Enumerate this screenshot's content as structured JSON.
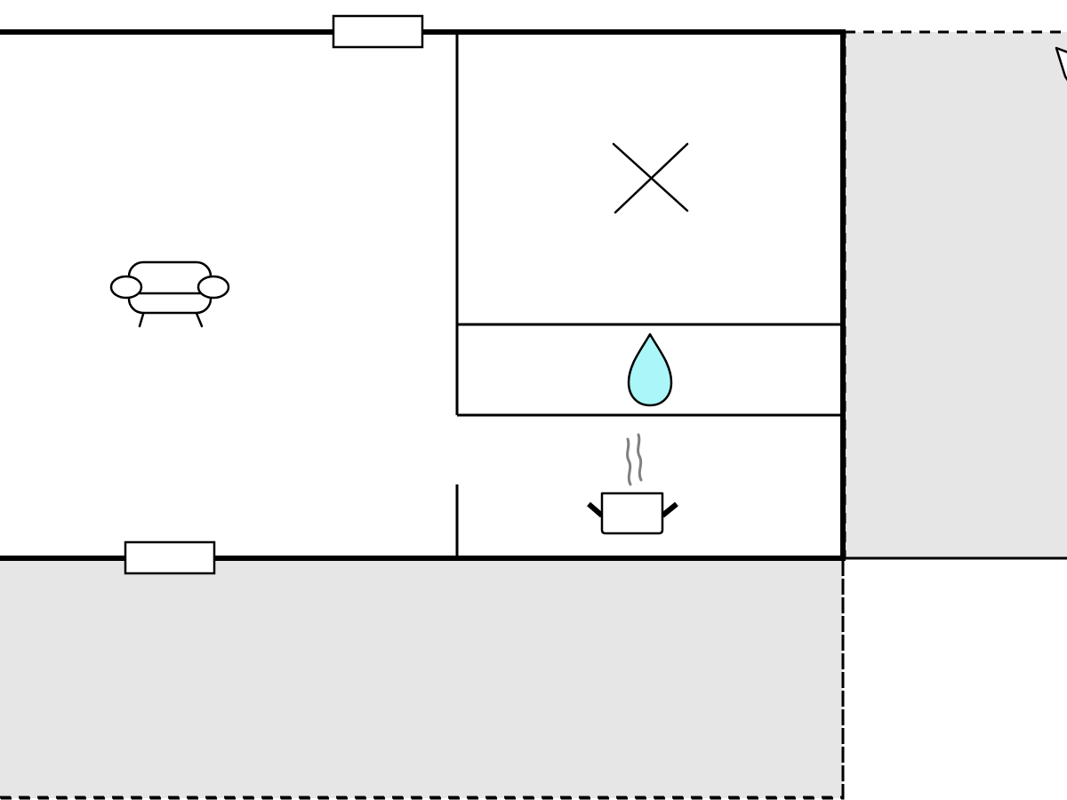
{
  "colors": {
    "background": "#ffffff",
    "wall": "#000000",
    "outdoor_area": "#e6e6e6",
    "outdoor_border": "#000000",
    "water_drop_fill": "#aaf6f8",
    "steam": "#808080"
  },
  "rooms": [
    {
      "name": "living-room",
      "icon": "sofa-icon"
    },
    {
      "name": "bedroom",
      "icon": "bed-cross-icon"
    },
    {
      "name": "bathroom",
      "icon": "water-drop-icon"
    },
    {
      "name": "kitchen",
      "icon": "cooking-pot-icon"
    }
  ],
  "outdoor_areas": [
    {
      "name": "terrace-south",
      "fill": "#e6e6e6",
      "border": "dashed"
    },
    {
      "name": "terrace-east",
      "fill": "#e6e6e6",
      "border": "dashed"
    }
  ],
  "windows": [
    {
      "name": "window-north"
    },
    {
      "name": "window-south"
    }
  ],
  "compass": {
    "icon": "north-arrow-icon"
  }
}
